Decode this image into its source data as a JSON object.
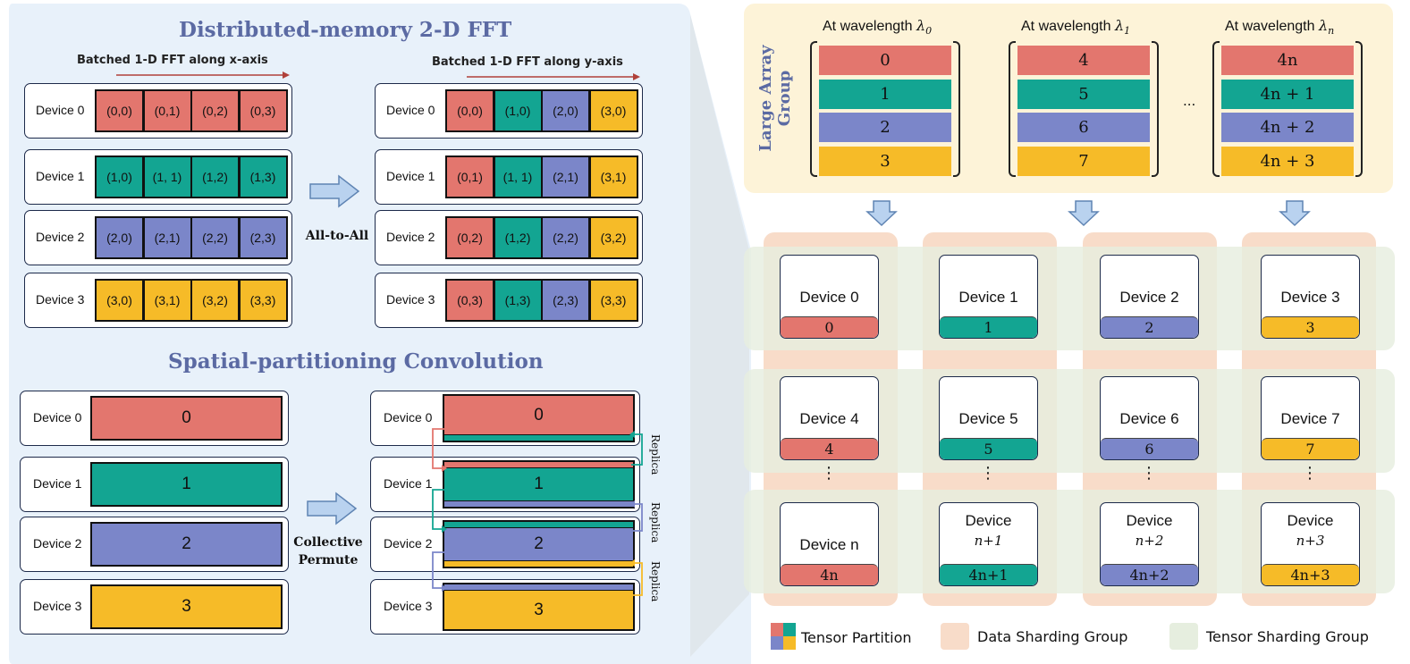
{
  "colors": {
    "red": "#e3766e",
    "teal": "#13a592",
    "purple": "#7b86c9",
    "yellow": "#f6bb28",
    "panel_left": "#e8f1fa",
    "panel_right": "#fdf3d8",
    "data_group": "#f8dcc9",
    "tensor_group": "#e6eedf",
    "arrow_fill": "#b9d2ef",
    "arrow_stroke": "#5f84b3",
    "title_color": "#5b6aa3"
  },
  "fft": {
    "title": "Distributed-memory 2-D FFT",
    "x_label": "Batched  1-D FFT along x-axis",
    "y_label": "Batched  1-D FFT along y-axis",
    "mid_label": "All-to-All",
    "devices": [
      "Device 0",
      "Device 1",
      "Device 2",
      "Device 3"
    ],
    "left_cells": [
      [
        "(0,0)",
        "(0,1)",
        "(0,2)",
        "(0,3)"
      ],
      [
        "(1,0)",
        "(1, 1)",
        "(1,2)",
        "(1,3)"
      ],
      [
        "(2,0)",
        "(2,1)",
        "(2,2)",
        "(2,3)"
      ],
      [
        "(3,0)",
        "(3,1)",
        "(3,2)",
        "(3,3)"
      ]
    ],
    "right_cells": [
      [
        "(0,0)",
        "(1,0)",
        "(2,0)",
        "(3,0)"
      ],
      [
        "(0,1)",
        "(1, 1)",
        "(2,1)",
        "(3,1)"
      ],
      [
        "(0,2)",
        "(1,2)",
        "(2,2)",
        "(3,2)"
      ],
      [
        "(0,3)",
        "(1,3)",
        "(2,3)",
        "(3,3)"
      ]
    ]
  },
  "conv": {
    "title": "Spatial-partitioning Convolution",
    "mid_label_1": "Collective",
    "mid_label_2": "Permute",
    "devices": [
      "Device 0",
      "Device 1",
      "Device 2",
      "Device 3"
    ],
    "blocks": [
      "0",
      "1",
      "2",
      "3"
    ],
    "replica_label": "Replica"
  },
  "array_group": {
    "label_1": "Large Array",
    "label_2": "Group",
    "wavelengths": [
      {
        "prefix": "At wavelength ",
        "symbol": "λ",
        "sub": "0",
        "cells": [
          "0",
          "1",
          "2",
          "3"
        ]
      },
      {
        "prefix": "At wavelength ",
        "symbol": "λ",
        "sub": "1",
        "cells": [
          "4",
          "5",
          "6",
          "7"
        ]
      },
      {
        "prefix": "At wavelength ",
        "symbol": "λ",
        "sub": "n",
        "cells": [
          "4n",
          "4n + 1",
          "4n + 2",
          "4n + 3"
        ]
      }
    ],
    "ellipsis": "..."
  },
  "device_grid": {
    "rows": [
      [
        {
          "name": "Device 0",
          "part": "0"
        },
        {
          "name": "Device 1",
          "part": "1"
        },
        {
          "name": "Device 2",
          "part": "2"
        },
        {
          "name": "Device 3",
          "part": "3"
        }
      ],
      [
        {
          "name": "Device 4",
          "part": "4"
        },
        {
          "name": "Device 5",
          "part": "5"
        },
        {
          "name": "Device 6",
          "part": "6"
        },
        {
          "name": "Device 7",
          "part": "7"
        }
      ],
      [
        {
          "name": "Device n",
          "part": "4n"
        },
        {
          "name": "Device",
          "name2": "n+1",
          "part": "4n+1"
        },
        {
          "name": "Device",
          "name2": "n+2",
          "part": "4n+2"
        },
        {
          "name": "Device",
          "name2": "n+3",
          "part": "4n+3"
        }
      ]
    ],
    "vdots": "⋮"
  },
  "legend": {
    "tensor_partition": "Tensor Partition",
    "data_sharding": "Data Sharding Group",
    "tensor_sharding": "Tensor Sharding Group"
  }
}
